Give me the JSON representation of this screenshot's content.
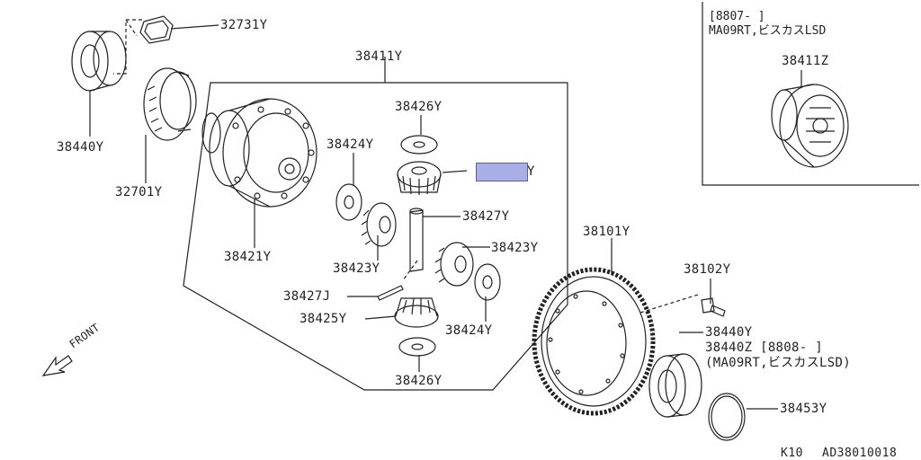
{
  "inset": {
    "line1": "[8807-     ]",
    "line2": "MA09RT,ビスカスLSD",
    "part": "38411Z"
  },
  "parts": {
    "p32731": "32731Y",
    "p38440_left": "38440Y",
    "p32701": "32701Y",
    "p38411": "38411Y",
    "p38421": "38421Y",
    "p38426_top": "38426Y",
    "p38424_left": "38424Y",
    "p38427": "38427Y",
    "p38423_left": "38423Y",
    "p38423_right": "38423Y",
    "p38427j": "38427J",
    "p38425": "38425Y",
    "p38424_right": "38424Y",
    "p38426_bottom": "38426Y",
    "p38101": "38101Y",
    "p38102": "38102Y",
    "p38440_right": "38440Y",
    "p38440z": "38440Z [8808-     ]",
    "p38440z_note": "(MA09RT,ビスカスLSD)",
    "p38453": "38453Y",
    "highlighted_suffix": "Y"
  },
  "front_label": "FRONT",
  "footer": {
    "page": "K10",
    "code": "AD38010018"
  }
}
